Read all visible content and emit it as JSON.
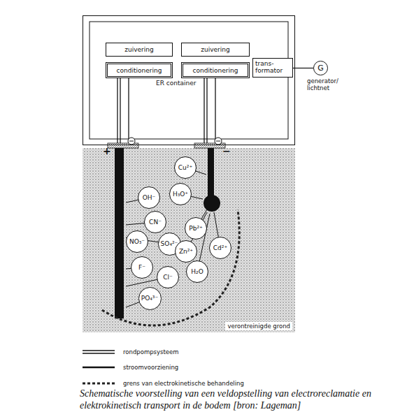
{
  "diagram": {
    "caption": "Schematische voorstelling van een veldopstelling van electroreclamatie en elektrokinetisch transport in de bodem [bron: Lageman]",
    "nodes": [
      {
        "text": [
          "ER container"
        ]
      },
      {
        "text": [
          "zuivering"
        ],
        "in": 0
      },
      {
        "text": [
          "conditionering"
        ],
        "in": 0
      },
      {
        "text": [
          "zuivering"
        ],
        "in": 0
      },
      {
        "text": [
          "conditionering"
        ],
        "in": 0
      },
      {
        "text": [
          "trans- formator"
        ],
        "in": 0
      },
      {
        "text": [
          "G",
          "generator/ lichtnet"
        ]
      },
      {
        "text": [
          "verontreinigde grond"
        ]
      },
      {
        "text": [
          "OH⁻"
        ],
        "in": 7
      },
      {
        "text": [
          "Cu²⁺"
        ],
        "in": 7
      },
      {
        "text": [
          "H₃O⁺"
        ],
        "in": 7
      },
      {
        "text": [
          "CN⁻"
        ],
        "in": 7
      },
      {
        "text": [
          "NO₃⁻"
        ],
        "in": 7
      },
      {
        "text": [
          "SO₄²⁻"
        ],
        "in": 7
      },
      {
        "text": [
          "Pb²⁺"
        ],
        "in": 7
      },
      {
        "text": [
          "Zn²⁺"
        ],
        "in": 7
      },
      {
        "text": [
          "Cd²⁺"
        ],
        "in": 7
      },
      {
        "text": [
          "F⁻"
        ],
        "in": 7
      },
      {
        "text": [
          "Cl⁻"
        ],
        "in": 7
      },
      {
        "text": [
          "H₂O"
        ],
        "in": 7
      },
      {
        "text": [
          "PO₄³⁻"
        ],
        "in": 7
      }
    ],
    "edges": [
      {
        "from": 5,
        "to": 6,
        "arrow": "none"
      }
    ],
    "labels": [
      "+",
      "−"
    ],
    "legend": [
      {
        "text": "rondpompsysteem"
      },
      {
        "text": "stroomvoorziening"
      },
      {
        "text": "grens van electrokinetische behandeling"
      }
    ]
  }
}
